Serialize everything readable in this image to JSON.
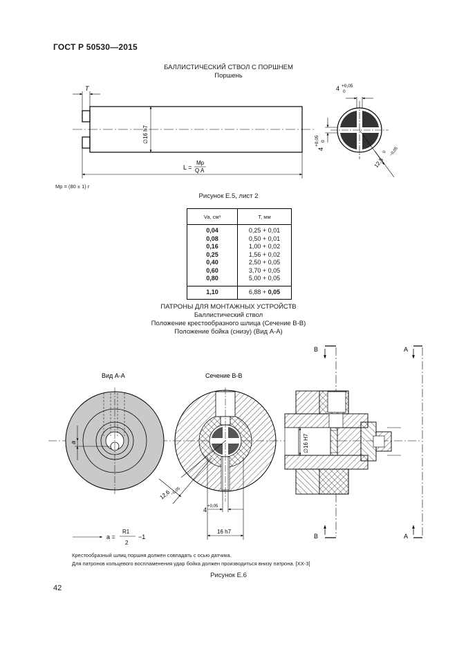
{
  "header": {
    "doc_code": "ГОСТ Р 50530—2015"
  },
  "figure_e5": {
    "title": "БАЛЛИСТИЧЕСКИЙ СТВОЛ С ПОРШНЕМ",
    "subtitle": "Поршень",
    "dim_T": "T",
    "dim_diameter": "∅16 h7",
    "dim_L": "L =",
    "formula_num": "Mp",
    "formula_den": "Q A",
    "dim_4_top": "4",
    "tol_top": "+0,05",
    "tol_zero": "0",
    "dim_4_side": "4",
    "dim_125": "12,5",
    "tol_125_top": "0",
    "tol_125_bottom": "−0,05",
    "mass_note": "Mp = (80 ± 1) г",
    "caption": "Рисунок Е.5, лист 2"
  },
  "table": {
    "headers": [
      "Va, см³",
      "T, мм"
    ],
    "rows": [
      [
        "0,04",
        "0,25 + 0,01"
      ],
      [
        "0,08",
        "0,50 + 0,01"
      ],
      [
        "0,16",
        "1,00 + 0,02"
      ],
      [
        "0,25",
        "1,56 + 0,02"
      ],
      [
        "0,40",
        "2,50 + 0,05"
      ],
      [
        "0,60",
        "3,70 + 0,05"
      ],
      [
        "0,80",
        "5,00 + 0,05"
      ]
    ],
    "total": [
      "1,10",
      "6,88 + ",
      "0,05"
    ]
  },
  "figure_e6": {
    "title": "ПАТРОНЫ ДЛЯ МОНТАЖНЫХ УСТРОЙСТВ",
    "line2": "Баллистический ствол",
    "line3": "Положение крестообразного шлица (Сечение В-В)",
    "line4": "Положение бойка (снизу) (Вид А-А)",
    "view_label": "Вид А-А",
    "section_label": "Сечение В-В",
    "label_B": "В",
    "label_A": "А",
    "label_a": "a",
    "dim_126": "12,6",
    "tol_126": "−0,05",
    "dim_4": "4",
    "tol_4": "+0,05",
    "dim_16h7": "16 h7",
    "dim_16H7": "∅16 H7",
    "formula_prefix": "a =",
    "formula_num": "R1",
    "formula_den": "2",
    "formula_suffix": "−1",
    "note1": "Крестообразный шлиц поршня должен совпадать с осью датчика.",
    "note2": "Для патронов кольцевого воспламенения удар бойка должен производиться внизу патрона. [XX-3]",
    "caption": "Рисунок Е.6"
  },
  "footer": {
    "page_number": "42"
  }
}
